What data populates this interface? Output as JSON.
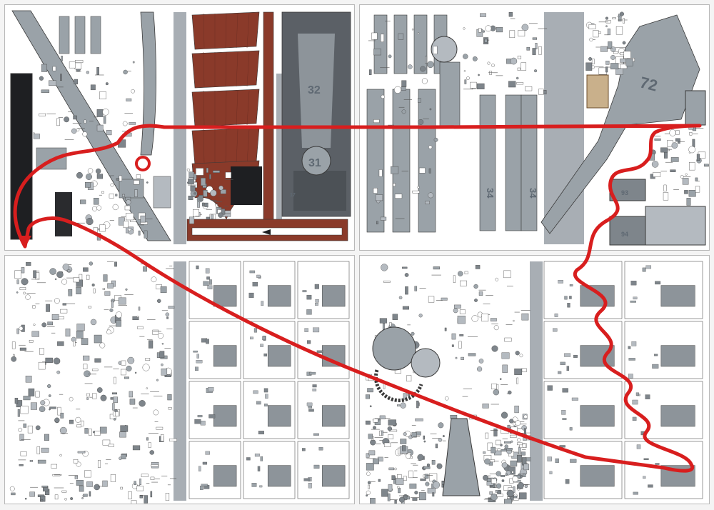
{
  "sheets": [
    {
      "id": "sheet-top-left",
      "part_numbers": [
        "32",
        "31",
        "17"
      ]
    },
    {
      "id": "sheet-top-right",
      "part_numbers": [
        "72",
        "34",
        "34",
        "93",
        "94"
      ]
    },
    {
      "id": "sheet-bottom-left",
      "part_numbers": []
    },
    {
      "id": "sheet-bottom-right",
      "part_numbers": []
    }
  ],
  "colors": {
    "part_grey": "#9aa2a8",
    "part_grey_light": "#b4bac0",
    "deck_dark": "#5b6066",
    "hull_black": "#1e1f22",
    "deck_red": "#8a3a2a",
    "annotation_red": "#d81e1e",
    "outline": "#3a3a3a"
  },
  "icons": [
    "arrow-icon"
  ]
}
